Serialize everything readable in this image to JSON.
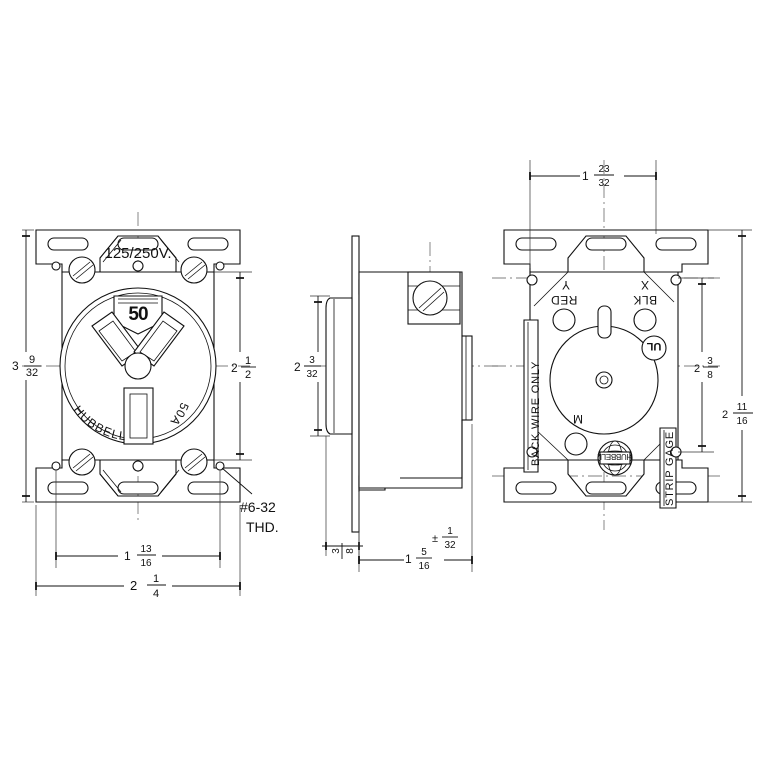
{
  "drawing": {
    "title": "Hubbell 50A 125/250V Receptacle - Orthographic Views",
    "line_color": "#111111",
    "background_color": "#ffffff",
    "center_line_color": "#555555"
  },
  "front_view": {
    "name": "front-view",
    "rating_label": "125/250V.",
    "badge_label": "50",
    "brand_label": "HUBBELL",
    "amp_label": "50A",
    "thread_note_line1": "#6-32",
    "thread_note_line2": "THD."
  },
  "side_view": {
    "name": "side-profile-view"
  },
  "back_view": {
    "name": "back-view",
    "terminal_y": "Y",
    "terminal_x": "X",
    "wire_red": "RED",
    "wire_blk": "BLK",
    "terminal_m": "M",
    "back_wire_note": "BACK WIRE ONLY",
    "strip_gage_note": "STRIP GAGE",
    "logo_label": "HUBBELL"
  },
  "dimensions": {
    "front_height": {
      "whole": "3",
      "num": "9",
      "den": "32"
    },
    "front_body_height": {
      "whole": "2",
      "den": "",
      "num": "",
      "text": "2 1/2",
      "w": "2",
      "n": "1",
      "d": "2"
    },
    "front_hole_span": {
      "whole": "1",
      "num": "13",
      "den": "16"
    },
    "front_overall_width": {
      "whole": "2",
      "num": "1",
      "den": "4"
    },
    "side_height": {
      "whole": "2",
      "num": "3",
      "den": "32"
    },
    "side_flange_thk": {
      "whole": "",
      "num": "3",
      "den": "8"
    },
    "side_depth": {
      "whole": "1",
      "num": "5",
      "den": "16"
    },
    "side_tolerance": {
      "whole": "±",
      "num": "1",
      "den": "32"
    },
    "back_top_width": {
      "whole": "1",
      "num": "23",
      "den": "32"
    },
    "back_height_a": {
      "whole": "2",
      "num": "3",
      "den": "8"
    },
    "back_height_b": {
      "whole": "2",
      "num": "11",
      "den": "16"
    }
  }
}
